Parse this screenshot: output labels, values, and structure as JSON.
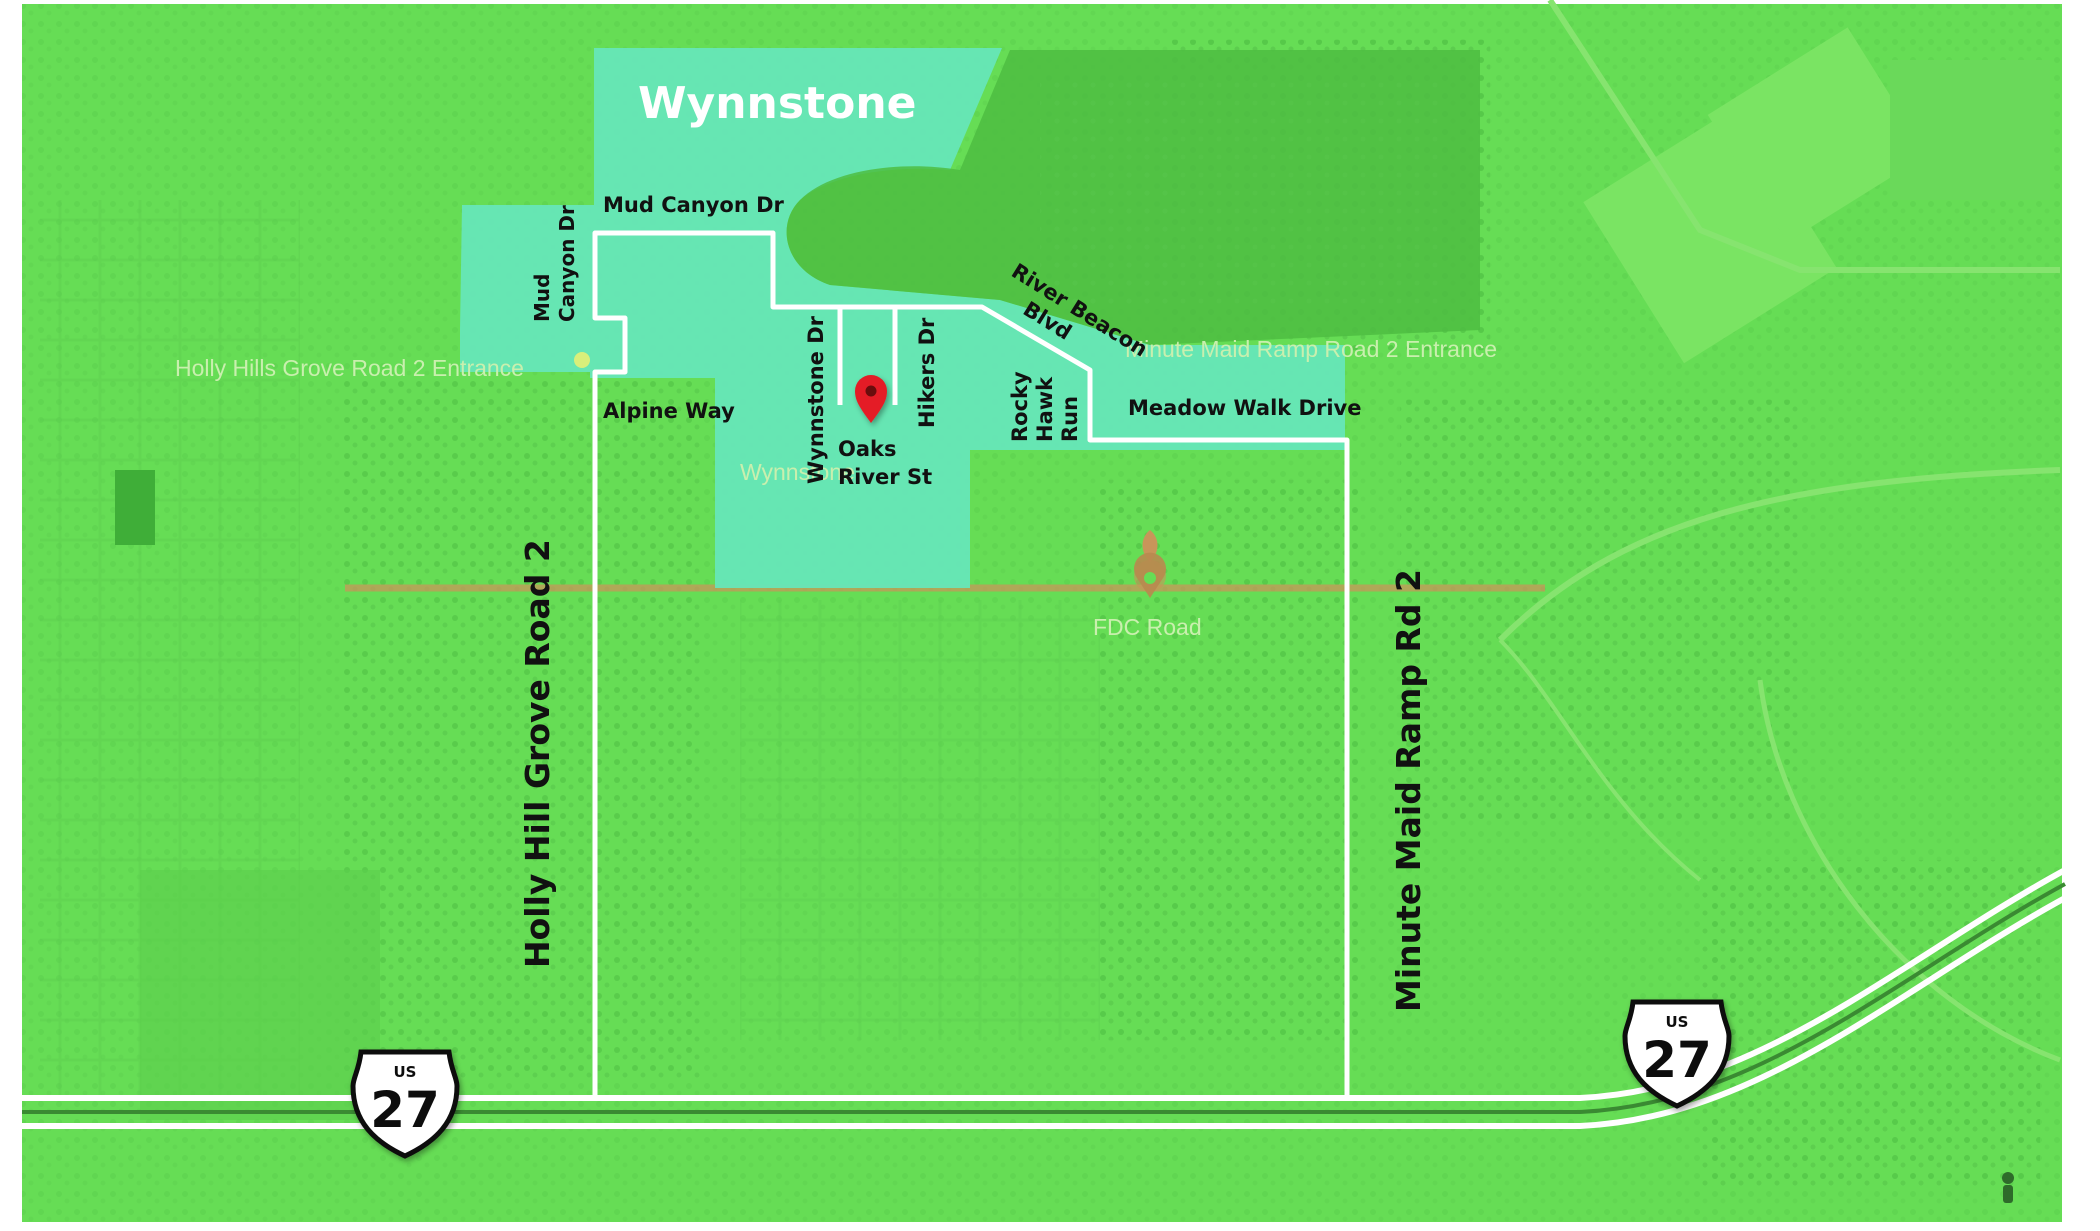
{
  "map": {
    "colors": {
      "base": "#66dd55",
      "base_dark": "#5cd14c",
      "community": "#66e6b8",
      "road": "#ffffff",
      "fdc_road": "#c8955a",
      "pin": "#e41f26"
    },
    "community_name": "Wynnstone",
    "ghost_labels": {
      "holly_entrance": "Holly Hills Grove Road 2 Entrance",
      "minute_entrance": "Minute Maid Ramp Road 2 Entrance",
      "fdc_road": "FDC Road",
      "wynnstone_ghost": "Wynnstone"
    },
    "streets": {
      "mud_canyon_dr_top": "Mud Canyon Dr",
      "mud_canyon_dr_side_line1": "Mud",
      "mud_canyon_dr_side_line2": "Canyon Dr",
      "alpine_way": "Alpine Way",
      "wynnstone_dr": "Wynnstone Dr",
      "hikers_dr": "Hikers Dr",
      "oaks_river_line1": "Oaks",
      "oaks_river_line2": "River St",
      "river_beacon_line1": "River Beacon",
      "river_beacon_line2": "Blvd",
      "rocky_line1": "Rocky",
      "rocky_line2": "Hawk",
      "rocky_line3": "Run",
      "meadow_walk": "Meadow Walk Drive",
      "holly_hill": "Holly Hill Grove Road 2",
      "minute_maid": "Minute Maid Ramp Rd 2"
    },
    "shields": [
      {
        "top": "US",
        "number": "27"
      },
      {
        "top": "US",
        "number": "27"
      }
    ]
  }
}
